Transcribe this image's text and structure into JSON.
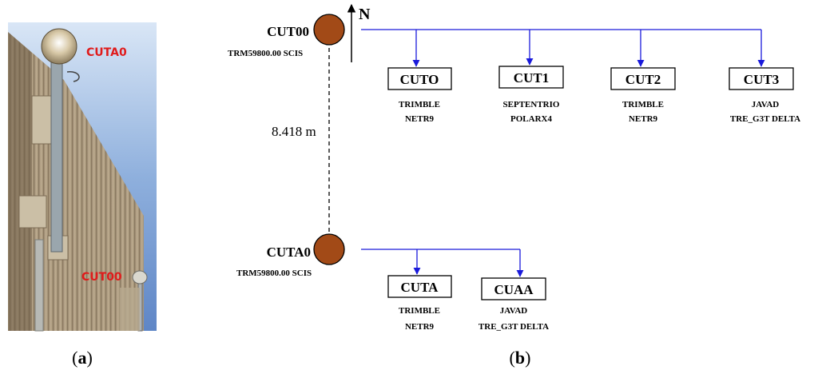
{
  "panel_a": {
    "caption": "(a)",
    "caption_letter": "a",
    "photo_labels": {
      "top_antenna": "CUTA0",
      "bottom_antenna": "CUT00"
    }
  },
  "panel_b": {
    "caption": "(b)",
    "caption_letter": "b",
    "north_label": "N",
    "distance_label": "8.418 m",
    "antennas": [
      {
        "id": "CUT00",
        "name": "CUT00",
        "type": "TRM59800.00 SCIS",
        "color": "#a24a17"
      },
      {
        "id": "CUTA0",
        "name": "CUTA0",
        "type": "TRM59800.00 SCIS",
        "color": "#a24a17"
      }
    ],
    "receivers_top": [
      {
        "name": "CUTO",
        "maker": "TRIMBLE",
        "model": "NETR9"
      },
      {
        "name": "CUT1",
        "maker": "SEPTENTRIO",
        "model": "POLARX4"
      },
      {
        "name": "CUT2",
        "maker": "TRIMBLE",
        "model": "NETR9"
      },
      {
        "name": "CUT3",
        "maker": "JAVAD",
        "model": "TRE_G3T DELTA"
      }
    ],
    "receivers_bottom": [
      {
        "name": "CUTA",
        "maker": "TRIMBLE",
        "model": "NETR9"
      },
      {
        "name": "CUAA",
        "maker": "JAVAD",
        "model": "TRE_G3T DELTA"
      }
    ],
    "line_color": "#1a1adb"
  }
}
